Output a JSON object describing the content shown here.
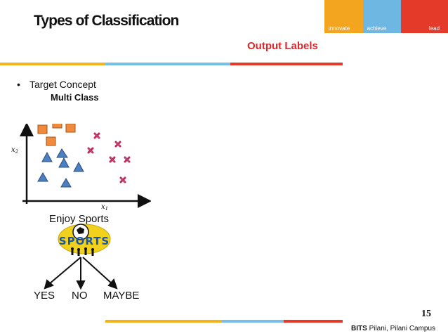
{
  "slide": {
    "title": "Types of Classification",
    "subtitle": "Output Labels",
    "bullet": "Target Concept",
    "bullet_marker": "•",
    "page_number": "15"
  },
  "brand": {
    "segments": [
      "innovate",
      "achieve",
      "lead"
    ],
    "colors": [
      "#f3a51f",
      "#6db7e2",
      "#e43a2a"
    ]
  },
  "figure": {
    "heading": "Multi Class",
    "y_axis_label": "x2",
    "x_axis_label": "x1",
    "legend_colors": {
      "square": "#f08a3c",
      "triangle": "#4a7fc1",
      "cross": "#c42858"
    }
  },
  "sport": {
    "caption": "Enjoy Sports",
    "logo_text": "SPORTS",
    "outcomes": [
      "YES",
      "NO",
      "MAYBE"
    ]
  },
  "footer": {
    "institute": "BITS",
    "campus": "Pilani, Pilani Campus"
  }
}
